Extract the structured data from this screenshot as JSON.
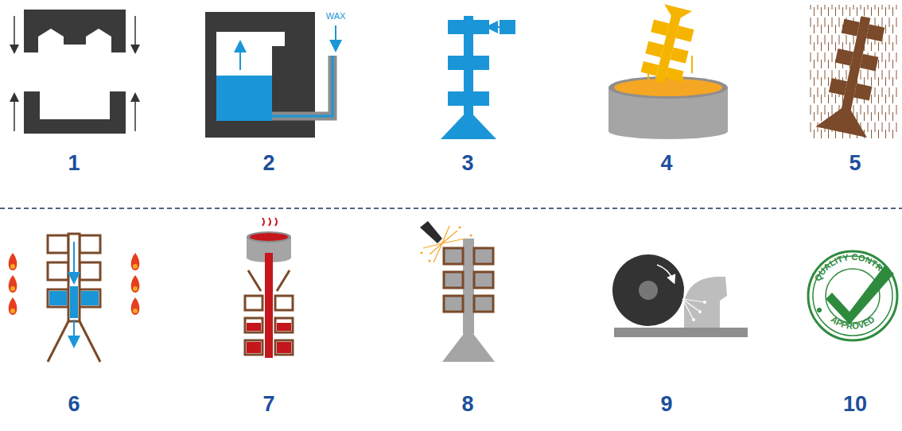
{
  "diagram": {
    "labels": [
      "WAX",
      "1",
      "2",
      "3",
      "4",
      "5",
      "6",
      "7",
      "8",
      "9",
      "10",
      "QUALITY CONTROL",
      "APPROVED"
    ]
  }
}
